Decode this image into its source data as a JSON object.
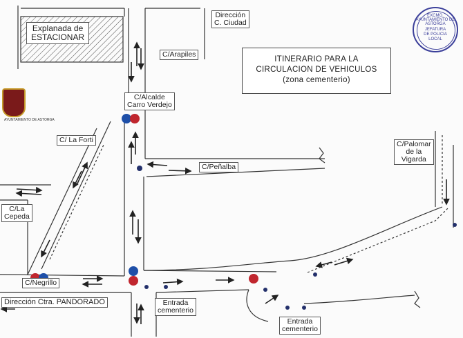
{
  "title": {
    "lines": [
      "ITINERARIO PARA LA",
      "CIRCULACION DE VEHICULOS",
      "(zona cementerio)"
    ]
  },
  "labels": {
    "explanada": [
      "Explanada de",
      "ESTACIONAR"
    ],
    "direccion_ciudad": [
      "Dirección",
      "C. Ciudad"
    ],
    "arapiles": "C/Arapiles",
    "alcalde": [
      "C/Alcalde",
      "Carro Verdejo"
    ],
    "la_forti": "C/ La Forti",
    "penalba": "C/Peñalba",
    "palomar": [
      "C/Palomar",
      "de la",
      "Vigarda"
    ],
    "la_cepeda": [
      "C/La",
      "Cepeda"
    ],
    "negrillo": "C/Negrillo",
    "direccion_pandorado": "Dirección Ctra. PANDORADO",
    "entrada_cementerio_1": [
      "Entrada",
      "cementerio"
    ],
    "entrada_cementerio_2": [
      "Entrada",
      "cementerio"
    ]
  },
  "seal": {
    "lines": [
      "EXCMO. AYUNTAMIENTO DE ASTORGA",
      "JEFATURA",
      "DE POLICIA",
      "LOCAL"
    ]
  },
  "crest_caption": "AYUNTAMIENTO DE ASTORGA",
  "colors": {
    "ink": "#333333",
    "signal_blue": "#1e4fa8",
    "signal_red": "#c0262e",
    "seal_blue": "#3b3f9a"
  }
}
